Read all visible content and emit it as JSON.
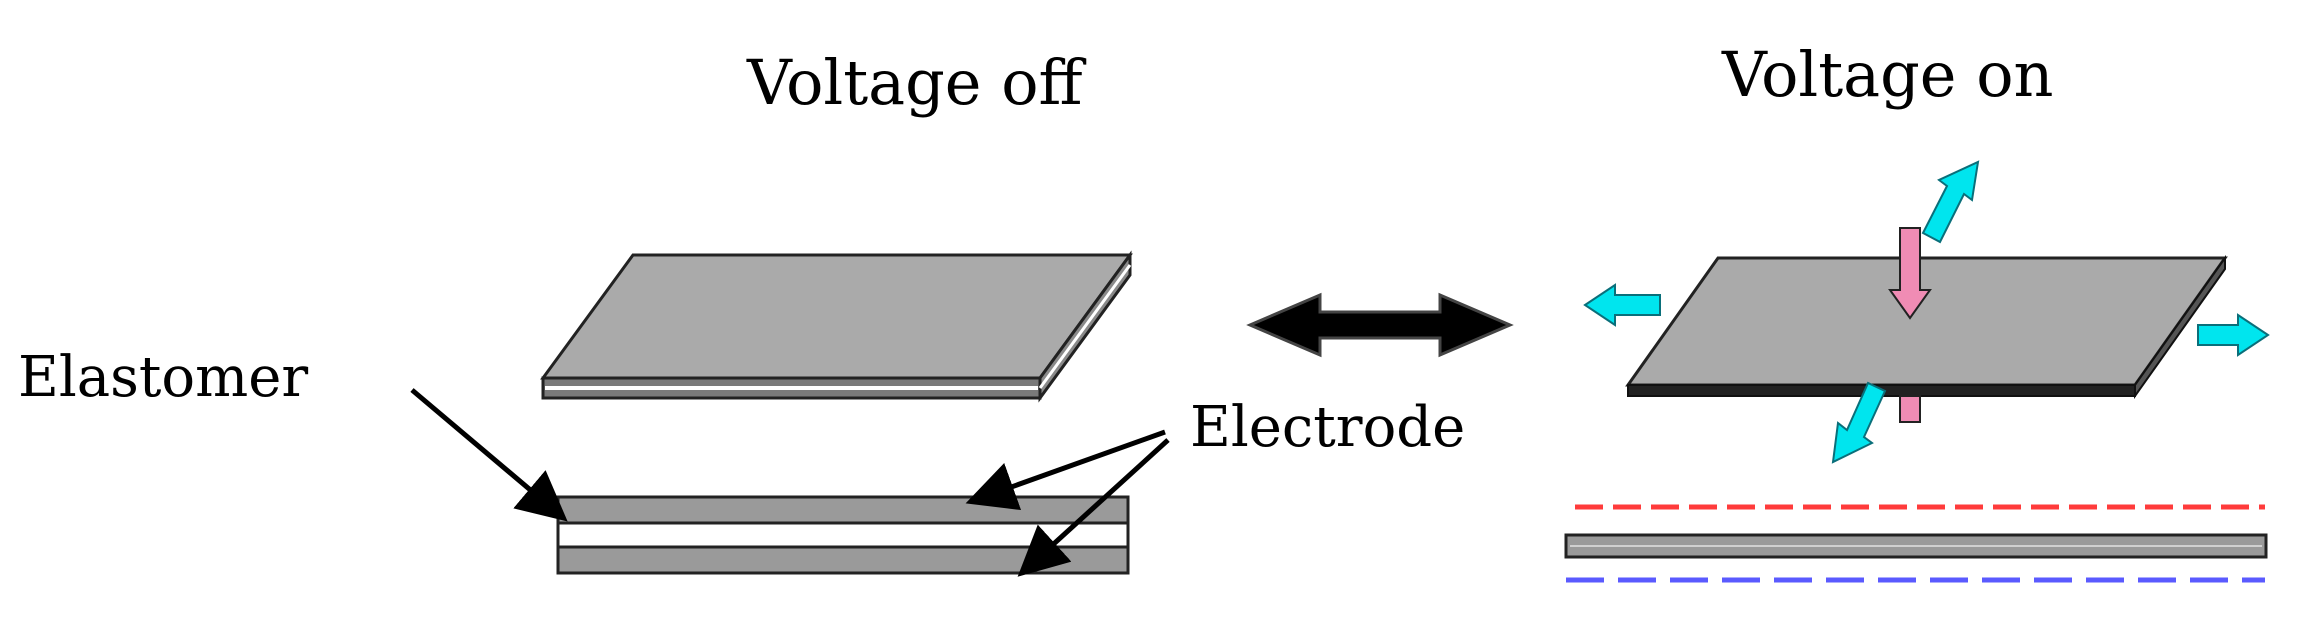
{
  "titles": {
    "voltage_off": "Voltage off",
    "voltage_on": "Voltage on"
  },
  "labels": {
    "elastomer": "Elastomer",
    "electrode": "Electrode"
  },
  "colors": {
    "plate_fill": "#a9a9a9",
    "plate_edge": "#222222",
    "strain_arrow": "#00e5ee",
    "pressure_arrow": "#f08cb4",
    "positive_charge": "#ff3b3b",
    "negative_charge": "#5a5aff"
  }
}
